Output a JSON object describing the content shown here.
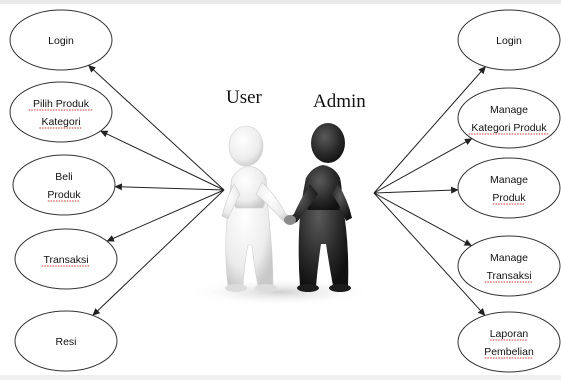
{
  "diagram": {
    "actors": [
      {
        "id": "user",
        "label": "User",
        "color": "#f2f2f2"
      },
      {
        "id": "admin",
        "label": "Admin",
        "color": "#2d2d2d"
      }
    ],
    "user_use_cases": [
      {
        "lines": [
          "Login"
        ],
        "underlined": [
          false
        ]
      },
      {
        "lines": [
          "Pilih Produk",
          "Kategori"
        ],
        "underlined": [
          true,
          true
        ]
      },
      {
        "lines": [
          "Beli",
          "Produk"
        ],
        "underlined": [
          false,
          true
        ]
      },
      {
        "lines": [
          "Transaksi"
        ],
        "underlined": [
          true
        ]
      },
      {
        "lines": [
          "Resi"
        ],
        "underlined": [
          false
        ]
      }
    ],
    "admin_use_cases": [
      {
        "lines": [
          "Login"
        ],
        "underlined": [
          false
        ]
      },
      {
        "lines": [
          "Manage",
          "Kategori Produk"
        ],
        "underlined": [
          false,
          true
        ]
      },
      {
        "lines": [
          "Manage",
          "Produk"
        ],
        "underlined": [
          false,
          true
        ]
      },
      {
        "lines": [
          "Manage",
          "Transaksi"
        ],
        "underlined": [
          false,
          true
        ]
      },
      {
        "lines": [
          "Laporan",
          "Pembelian"
        ],
        "underlined": [
          true,
          true
        ]
      }
    ],
    "colors": {
      "outline": "#333333",
      "arrow": "#222222",
      "spellcheck": "#d0352c"
    }
  }
}
